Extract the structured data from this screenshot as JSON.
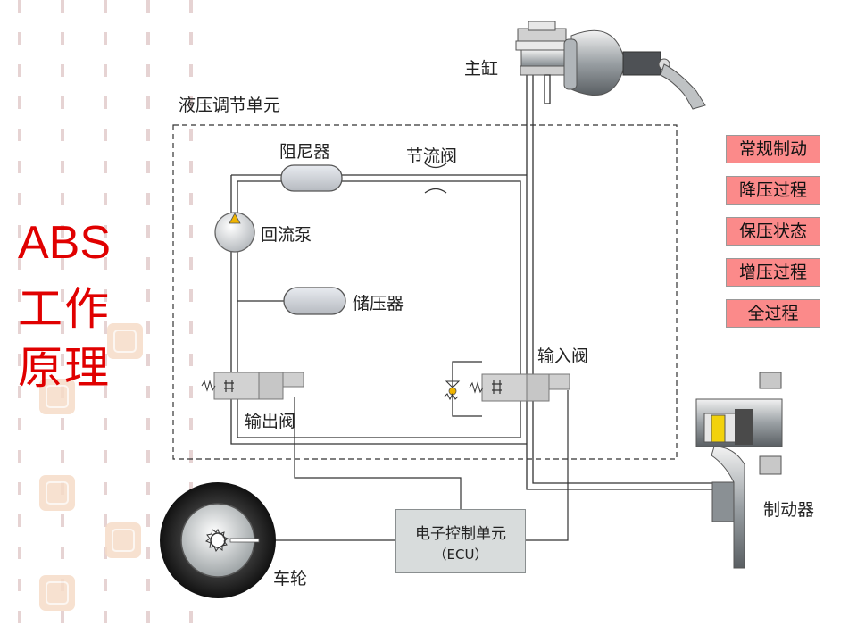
{
  "title": {
    "abs": "ABS",
    "line2": "工作",
    "line3": "原理"
  },
  "labels": {
    "master_cylinder": "主缸",
    "hydraulic_unit": "液压调节单元",
    "damper": "阻尼器",
    "throttle_valve": "节流阀",
    "return_pump": "回流泵",
    "accumulator": "储压器",
    "inlet_valve": "输入阀",
    "outlet_valve": "输出阀",
    "ecu_line1": "电子控制单元",
    "ecu_line2": "（ECU）",
    "wheel": "车轮",
    "brake": "制动器"
  },
  "buttons": [
    {
      "label": "常规制动"
    },
    {
      "label": "降压过程"
    },
    {
      "label": "保压状态"
    },
    {
      "label": "增压过程"
    },
    {
      "label": "全过程"
    }
  ],
  "colors": {
    "title": "#e00000",
    "button_fill": "#fb8a8a",
    "pipe": "#333333",
    "pump_arrow": "#f0b400",
    "brake_pad": "#f2d20c"
  }
}
